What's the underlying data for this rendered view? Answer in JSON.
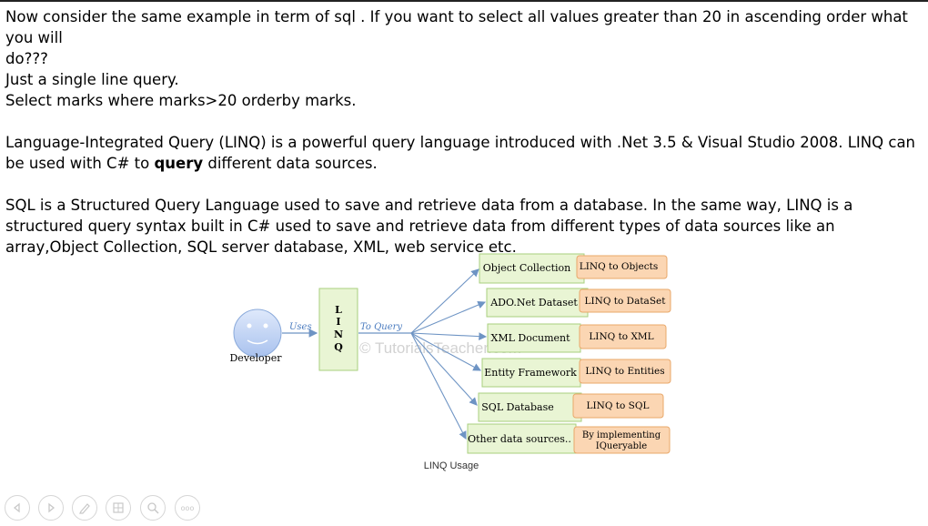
{
  "text": {
    "para1_line1": "Now consider the same example in term of sql . If you want to select all values greater than 20 in ascending order what you will",
    "para1_line2": "do???",
    "para1_line3": "Just a single line query.",
    "para1_line4": "Select marks where marks>20 orderby marks.",
    "para2_before": "Language-Integrated Query (LINQ) is a powerful query language introduced with .Net 3.5 & Visual Studio 2008. LINQ can be used with C# to ",
    "para2_bold": "query",
    "para2_after": " different data sources.",
    "para3": "SQL is a Structured Query Language used to save and retrieve data from a database. In the same way, LINQ is a structured query syntax built in C#  used to save and retrieve data from different types of data sources like an array,Object Collection, SQL server database, XML, web service etc."
  },
  "diagram": {
    "developer_label": "Developer",
    "uses_label": "Uses",
    "to_query_label": "To Query",
    "linq_letters": [
      "L",
      "I",
      "N",
      "Q"
    ],
    "watermark": "© TutorialsTeacher.com",
    "caption": "LINQ Usage",
    "sources": [
      {
        "name": "Object Collection",
        "provider": "LINQ to Objects"
      },
      {
        "name": "ADO.Net Dataset",
        "provider": "LINQ to DataSet"
      },
      {
        "name": "XML Document",
        "provider": "LINQ to XML"
      },
      {
        "name": "Entity Framework",
        "provider": "LINQ to Entities"
      },
      {
        "name": "SQL Database",
        "provider": "LINQ to SQL"
      },
      {
        "name": "Other data sources..",
        "provider_line1": "By implementing",
        "provider_line2": "IQueryable"
      }
    ],
    "colors": {
      "green_fill": "#e9f5d4",
      "green_border": "#a8cf7e",
      "orange_fill": "#fbd6b3",
      "orange_border": "#e8a86a",
      "arrow": "#6e94c4",
      "face": "#c7d8f4"
    }
  },
  "toolbar": {
    "icons": [
      "previous-icon",
      "next-icon",
      "pen-icon",
      "slides-icon",
      "zoom-icon",
      "more-icon"
    ],
    "more_glyph": "ooo"
  }
}
